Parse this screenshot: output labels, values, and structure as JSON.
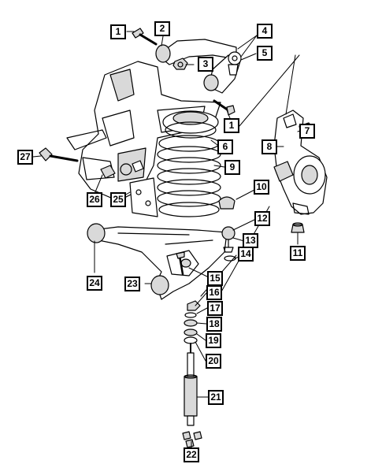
{
  "diagram": {
    "type": "exploded-parts-diagram",
    "subject": "front suspension assembly",
    "callouts": [
      "1",
      "2",
      "3",
      "4",
      "5",
      "1",
      "6",
      "7",
      "8",
      "9",
      "10",
      "12",
      "13",
      "14",
      "11",
      "15",
      "16",
      "17",
      "18",
      "19",
      "20",
      "21",
      "22",
      "23",
      "24",
      "25",
      "26",
      "27"
    ]
  },
  "colors": {
    "line": "#000000",
    "background": "#ffffff",
    "shade": "#d9d9d9"
  }
}
